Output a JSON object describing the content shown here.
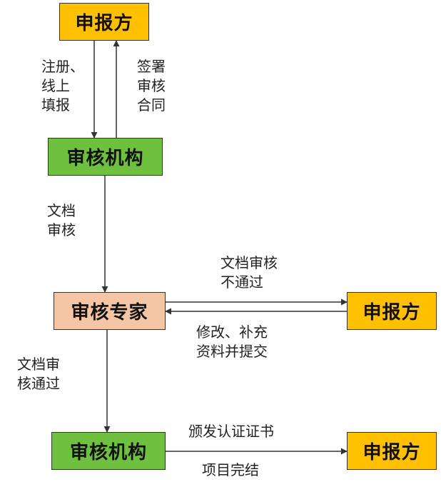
{
  "colors": {
    "applicant": "#FFC000",
    "institution": "#70C040",
    "expert": "#F5C6A6"
  },
  "nodes": {
    "applicant_top": "申报方",
    "institution_1": "审核机构",
    "expert": "审核专家",
    "applicant_mid": "申报方",
    "institution_2": "审核机构",
    "applicant_bottom": "申报方"
  },
  "edges": {
    "register": "注册、\n线上\n填报",
    "sign_contract": "签署\n审核\n合同",
    "doc_review": "文档\n审核",
    "review_fail": "文档审核\n不通过",
    "revise_resubmit": "修改、补充\n资料并提交",
    "review_pass": "文档审\n核通过",
    "issue_cert": "颁发认证证书",
    "project_done": "项目完结"
  }
}
